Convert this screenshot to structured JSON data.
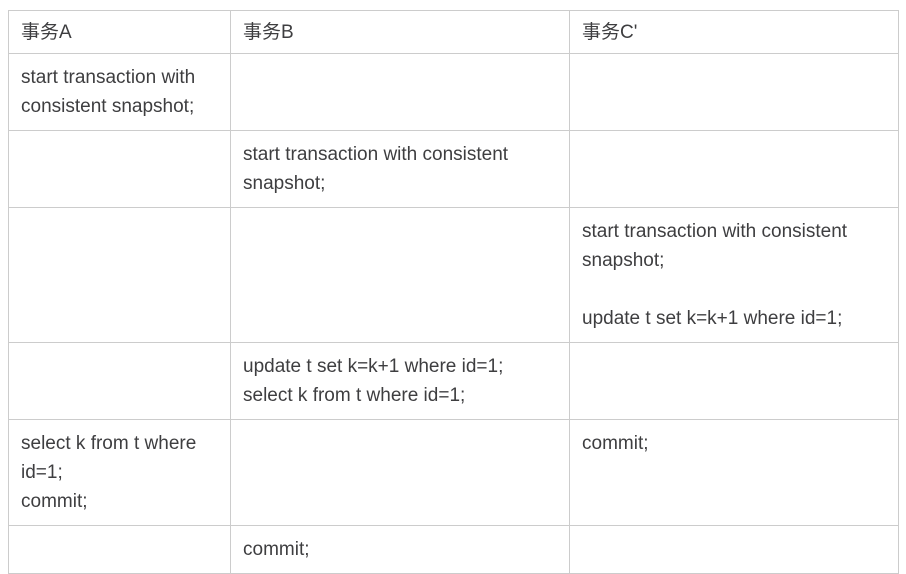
{
  "table": {
    "columns": [
      {
        "label": "事务A"
      },
      {
        "label": "事务B"
      },
      {
        "label": "事务C'"
      }
    ],
    "rows": [
      {
        "a": "start transaction with consistent snapshot;",
        "b": "",
        "c": ""
      },
      {
        "a": "",
        "b": "start transaction with consistent snapshot;",
        "c": ""
      },
      {
        "a": "",
        "b": "",
        "c": "start transaction with consistent snapshot;\n\nupdate t set k=k+1 where id=1;"
      },
      {
        "a": "",
        "b": "update t set k=k+1 where id=1;\nselect k from t where id=1;",
        "c": ""
      },
      {
        "a": "select k from t where id=1;\ncommit;",
        "b": "",
        "c": "commit;"
      },
      {
        "a": "",
        "b": "commit;",
        "c": ""
      }
    ]
  },
  "colors": {
    "border": "#cccccc",
    "text": "#3e3e40",
    "background": "#ffffff"
  }
}
